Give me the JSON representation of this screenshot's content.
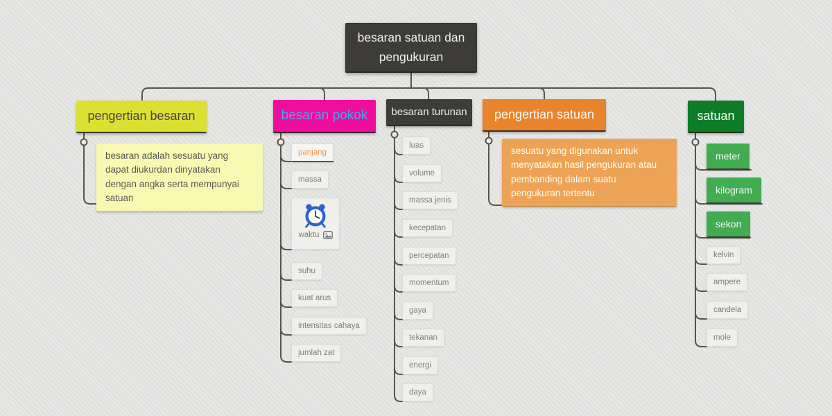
{
  "root": {
    "label": "besaran satuan dan pengukuran"
  },
  "branches": [
    {
      "label": "pengertian besaran",
      "note": "besaran adalah sesuatu yang dapat diukurdan dinyatakan dengan angka serta mempunyai satuan"
    },
    {
      "label": "besaran pokok",
      "children": [
        "panjang",
        "massa",
        "waktu",
        "suhu",
        "kuat arus",
        "intensitas cahaya",
        "jumlah zat"
      ]
    },
    {
      "label": "besaran turunan",
      "children": [
        "luas",
        "volume",
        "massa jenis",
        "kecepatan",
        "percepatan",
        "momentum",
        "gaya",
        "tekanan",
        "energi",
        "daya"
      ]
    },
    {
      "label": "pengertian satuan",
      "note": "sesuatu yang digunakan untuk menyatakan hasil pengukuran atau pembanding dalam suatu pengukuran tertentu"
    },
    {
      "label": "satuan",
      "children": [
        "meter",
        "kilogram",
        "sekon",
        "kelvin",
        "ampere",
        "candela",
        "mole"
      ]
    }
  ],
  "icons": {
    "waktu_image": "alarm-clock-image",
    "waktu_attachment": "image-attachment-icon"
  },
  "colors": {
    "canvas_bg": "#e3e3e1",
    "root_bg": "#3d3c38",
    "yellow_topic": "#dbe133",
    "magenta_topic": "#ee0d9c",
    "magenta_topic_text": "#47a4ef",
    "dark_topic": "#3d3c38",
    "orange_topic": "#e8842b",
    "green_topic": "#0f7d27",
    "green_subtopic": "#41ac50",
    "note_yellow": "#f8f8b2",
    "note_orange": "#eda355",
    "connector": "#57544f",
    "panjang_text": "#e89a52"
  }
}
